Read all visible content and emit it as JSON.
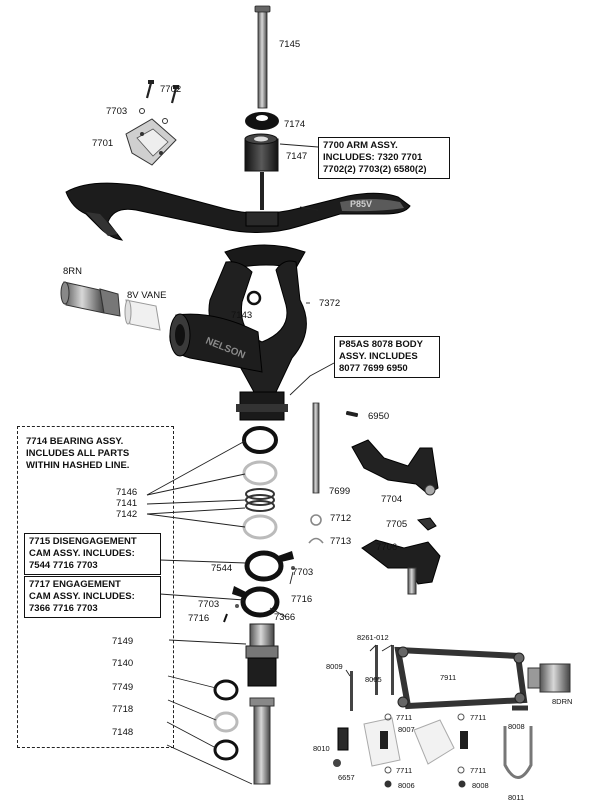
{
  "callouts": {
    "arm_assy": {
      "line1": "7700   ARM ASSY.",
      "line2": "INCLUDES: 7320  7701",
      "line3": "7702(2)  7703(2)  6580(2)"
    },
    "body_assy": {
      "line1": "P85AS 8078 BODY",
      "line2": "ASSY. INCLUDES",
      "line3": "8077  7699  6950"
    },
    "bearing_assy": {
      "line1": "7714   BEARING ASSY.",
      "line2": "INCLUDES ALL PARTS",
      "line3": "WITHIN HASHED LINE."
    },
    "disengagement": {
      "line1": "7715  DISENGAGEMENT",
      "line2": "CAM ASSY. INCLUDES:",
      "line3": "7544   7716   7703"
    },
    "engagement": {
      "line1": "7717  ENGAGEMENT",
      "line2": "CAM ASSY. INCLUDES:",
      "line3": "7366   7716   7703"
    }
  },
  "part_labels": {
    "p7145": "7145",
    "p7702": "7702",
    "p7703_top": "7703",
    "p7701": "7701",
    "p7174": "7174",
    "p7147": "7147",
    "p8rn": "8RN",
    "p8v_vane": "8V VANE",
    "p7143": "7143",
    "p7372": "7372",
    "p6950": "6950",
    "p7699": "7699",
    "p7704": "7704",
    "p7712": "7712",
    "p7705": "7705",
    "p7713": "7713",
    "p7706": "7706",
    "p7146": "7146",
    "p7141": "7141",
    "p7142": "7142",
    "p7544": "7544",
    "p7703_mid": "7703",
    "p7716_right": "7716",
    "p7703_left": "7703",
    "p7716_left": "7716",
    "p7366": "7366",
    "p7149": "7149",
    "p7140": "7140",
    "p7749": "7749",
    "p7718": "7718",
    "p7148": "7148",
    "p8261": "8261-012",
    "p8009": "8009",
    "p8005": "8005",
    "p7911": "7911",
    "p8drn": "8DRN",
    "p7711_a": "7711",
    "p8007": "8007",
    "p7711_b": "7711",
    "p8008_top": "8008",
    "p8010": "8010",
    "p6657": "6657",
    "p7711_c": "7711",
    "p7711_d": "7711",
    "p8006": "8006",
    "p8008_bot": "8008",
    "p8011": "8011"
  },
  "body_casting_text": "NELSON",
  "arm_casting_text": "P85V"
}
